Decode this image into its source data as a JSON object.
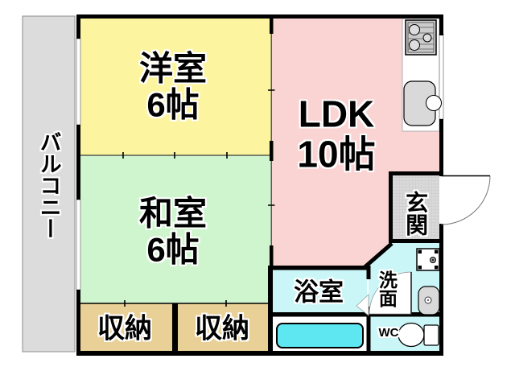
{
  "title": "2LDK apartment floor plan",
  "colors": {
    "wall": "#000000",
    "balcony": "#dcdcdc",
    "western_room": "#fcf49e",
    "japanese_room": "#cff5cf",
    "ldk": "#fad4d3",
    "wet_area": "#cbf6f8",
    "bathtub": "#5ee7f0",
    "storage": "#e9d096",
    "entrance": "#d9d9d9",
    "fixture_gray": "#d9d9d9"
  },
  "rooms": {
    "balcony": {
      "label": "バルコニー"
    },
    "western": {
      "label": "洋室",
      "size": "6帖"
    },
    "japanese": {
      "label": "和室",
      "size": "6帖"
    },
    "ldk": {
      "label": "LDK",
      "size": "10帖"
    },
    "entrance": {
      "label": "玄関"
    },
    "bathroom": {
      "label": "浴室"
    },
    "washroom": {
      "label": "洗面"
    },
    "wc": {
      "label": "WC"
    },
    "storage_left": {
      "label": "収納"
    },
    "storage_right": {
      "label": "収納"
    }
  },
  "icons": {
    "stove": "gas-stove-icon",
    "sink": "kitchen-sink-icon",
    "laundry_pan": "washing-machine-pan-icon",
    "washbasin": "washbasin-icon",
    "toilet": "toilet-icon",
    "entrance_door": "entrance-door-swing",
    "wc_door": "wc-door-swing",
    "bath_door": "bath-door-wedge"
  }
}
